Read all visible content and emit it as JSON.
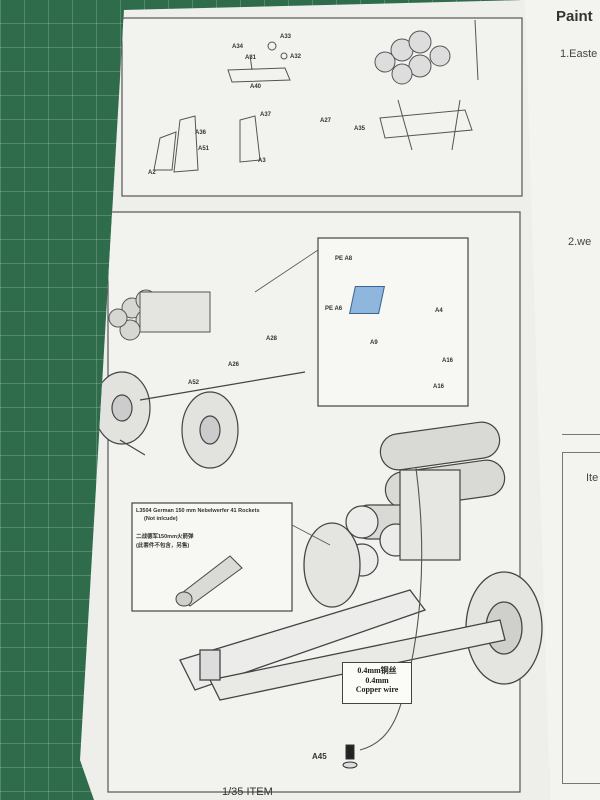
{
  "right_page": {
    "header": "Paint",
    "step1": "1.Easte",
    "step2": "2.we",
    "step3": "Ite"
  },
  "top_labels": [
    "A34",
    "A33",
    "A31",
    "A32",
    "A40",
    "A36",
    "A51",
    "A2",
    "A37",
    "A3",
    "A27",
    "A35"
  ],
  "detail_labels": [
    "PE A8",
    "PE A6",
    "A9",
    "A4",
    "A16",
    "A16"
  ],
  "middle_labels": [
    "A28",
    "A26",
    "A52"
  ],
  "rockets_box": {
    "line1": "L3504  German 150 mm Nebelwerfer 41 Rockets",
    "line2": "(Not inlcude)",
    "line3": "二战德军150mm火箭弹",
    "line4": "(此套件不包含，另售)"
  },
  "wire_label": {
    "line1": "0.4mm铜丝",
    "line2": "0.4mm",
    "line3": "Copper wire"
  },
  "part_label": "A45",
  "footer": "1/35 ITEM"
}
